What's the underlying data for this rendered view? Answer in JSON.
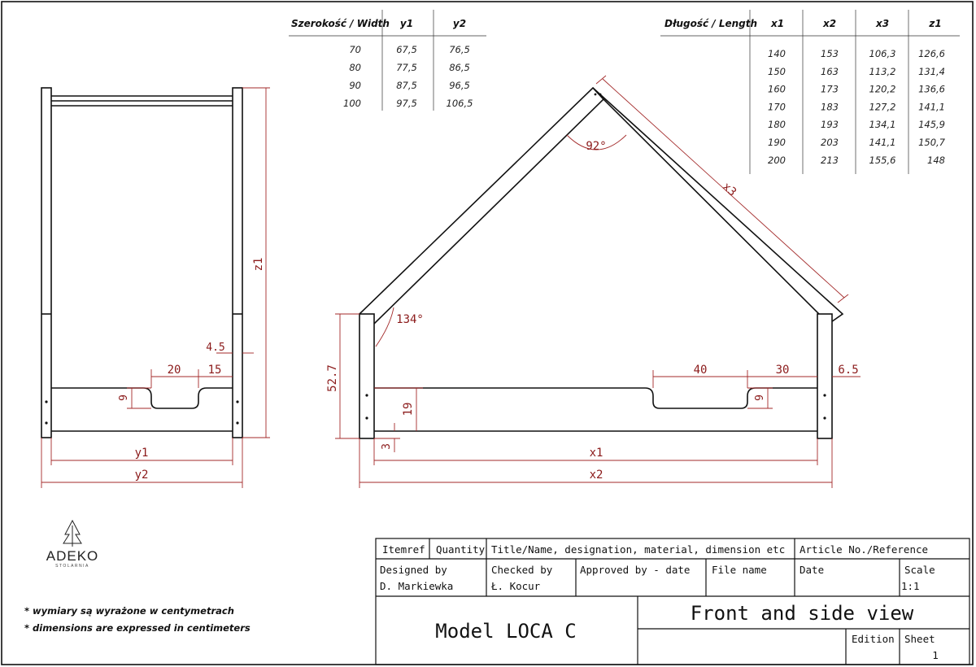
{
  "width_table": {
    "headers": [
      "Szerokość / Width",
      "y1",
      "y2"
    ],
    "rows": [
      [
        "70",
        "67,5",
        "76,5"
      ],
      [
        "80",
        "77,5",
        "86,5"
      ],
      [
        "90",
        "87,5",
        "96,5"
      ],
      [
        "100",
        "97,5",
        "106,5"
      ]
    ]
  },
  "length_table": {
    "headers": [
      "Długość / Length",
      "x1",
      "x2",
      "x3",
      "z1"
    ],
    "rows": [
      [
        "140",
        "153",
        "106,3",
        "126,6"
      ],
      [
        "150",
        "163",
        "113,2",
        "131,4"
      ],
      [
        "160",
        "173",
        "120,2",
        "136,6"
      ],
      [
        "170",
        "183",
        "127,2",
        "141,1"
      ],
      [
        "180",
        "193",
        "134,1",
        "145,9"
      ],
      [
        "190",
        "203",
        "141,1",
        "150,7"
      ],
      [
        "200",
        "213",
        "155,6",
        "148"
      ]
    ]
  },
  "side_view": {
    "dim_45": "4.5",
    "dim_20": "20",
    "dim_15": "15",
    "dim_9": "9",
    "dim_y1": "y1",
    "dim_y2": "y2",
    "dim_z1": "z1"
  },
  "front_view": {
    "angle_top": "92°",
    "angle_left": "134°",
    "dim_x3": "x3",
    "dim_527": "52.7",
    "dim_19": "19",
    "dim_3": "3",
    "dim_40": "40",
    "dim_30": "30",
    "dim_65": "6.5",
    "dim_9": "9",
    "dim_x1": "x1",
    "dim_x2": "x2"
  },
  "logo": {
    "name": "ADEKO",
    "sub": "STOLARNIA"
  },
  "notes": [
    "* wymiary są wyrażone w centymetrach",
    "* dimensions are expressed in centimeters"
  ],
  "title_block": {
    "itemref": "Itemref",
    "quantity": "Quantity",
    "title_desc": "Title/Name, designation, material, dimension etc",
    "article": "Article No./Reference",
    "designed_by_label": "Designed by",
    "designed_by": "D. Markiewka",
    "checked_by_label": "Checked by",
    "checked_by": "Ł. Kocur",
    "approved_label": "Approved by - date",
    "file_name_label": "File name",
    "date_label": "Date",
    "scale_label": "Scale",
    "scale": "1:1",
    "model": "Model LOCA C",
    "view": "Front and side view",
    "edition_label": "Edition",
    "sheet_label": "Sheet",
    "sheet": "1"
  },
  "colors": {
    "line": "#111111",
    "dimension": "#a32a2a"
  }
}
